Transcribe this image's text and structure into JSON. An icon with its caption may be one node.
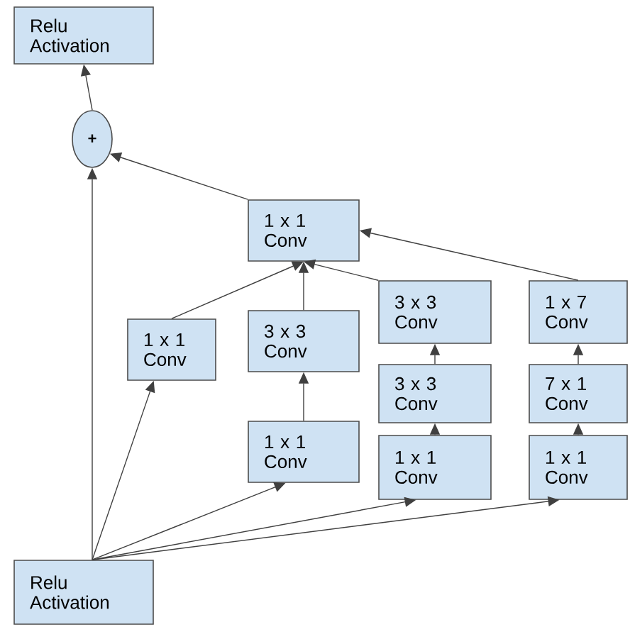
{
  "diagram": {
    "nodes": [
      {
        "text": [
          "Relu Activation"
        ]
      },
      {
        "text": [
          "+"
        ]
      },
      {
        "text": [
          "1 x 1 Conv"
        ]
      },
      {
        "text": [
          "1 x 1 Conv"
        ]
      },
      {
        "text": [
          "3 x 3 Conv"
        ]
      },
      {
        "text": [
          "3 x 3 Conv"
        ]
      },
      {
        "text": [
          "1 x 7 Conv"
        ]
      },
      {
        "text": [
          "3 x 3 Conv"
        ]
      },
      {
        "text": [
          "7 x 1 Conv"
        ]
      },
      {
        "text": [
          "1 x 1 Conv"
        ]
      },
      {
        "text": [
          "1 x 1 Conv"
        ]
      },
      {
        "text": [
          "1 x 1 Conv"
        ]
      },
      {
        "text": [
          "Relu Activation"
        ]
      }
    ],
    "edges": [
      {
        "from": 12,
        "to": 1,
        "arrow": "to"
      },
      {
        "from": 12,
        "to": 3,
        "arrow": "to"
      },
      {
        "from": 12,
        "to": 9,
        "arrow": "to"
      },
      {
        "from": 12,
        "to": 10,
        "arrow": "to"
      },
      {
        "from": 12,
        "to": 11,
        "arrow": "to"
      },
      {
        "from": 9,
        "to": 4,
        "arrow": "to"
      },
      {
        "from": 10,
        "to": 7,
        "arrow": "to"
      },
      {
        "from": 7,
        "to": 5,
        "arrow": "to"
      },
      {
        "from": 11,
        "to": 8,
        "arrow": "to"
      },
      {
        "from": 8,
        "to": 6,
        "arrow": "to"
      },
      {
        "from": 3,
        "to": 2,
        "arrow": "to"
      },
      {
        "from": 4,
        "to": 2,
        "arrow": "to"
      },
      {
        "from": 5,
        "to": 2,
        "arrow": "to"
      },
      {
        "from": 6,
        "to": 2,
        "arrow": "to"
      },
      {
        "from": 2,
        "to": 1,
        "arrow": "to"
      },
      {
        "from": 1,
        "to": 0,
        "arrow": "to"
      }
    ]
  }
}
